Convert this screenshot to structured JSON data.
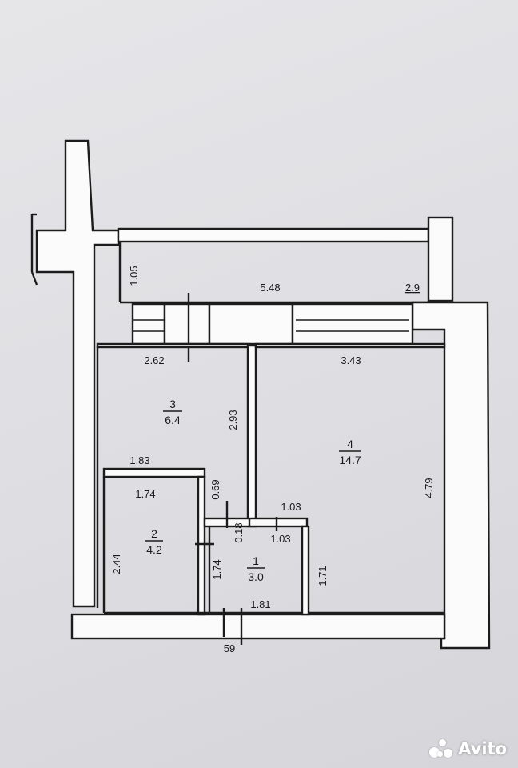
{
  "plan": {
    "dimensions": {
      "balcony_depth": "1.05",
      "balcony_length": "5.48",
      "balcony_edge": "2.9",
      "room3_top": "2.62",
      "room3_right": "2.93",
      "room3_bottom": "1.83",
      "room4_top": "3.43",
      "room4_right": "4.79",
      "room2_top": "1.74",
      "room2_left": "2.44",
      "nook_height": "0.69",
      "partition_width": "0.18",
      "step_top": "1.03",
      "step_bottom": "1.03",
      "room1_left": "1.74",
      "room1_right": "1.71",
      "room1_bottom": "1.81",
      "door_opening": "59"
    },
    "rooms": [
      {
        "number": "3",
        "area": "6.4"
      },
      {
        "number": "4",
        "area": "14.7"
      },
      {
        "number": "2",
        "area": "4.2"
      },
      {
        "number": "1",
        "area": "3.0"
      }
    ]
  },
  "watermark": {
    "brand": "Avito"
  }
}
